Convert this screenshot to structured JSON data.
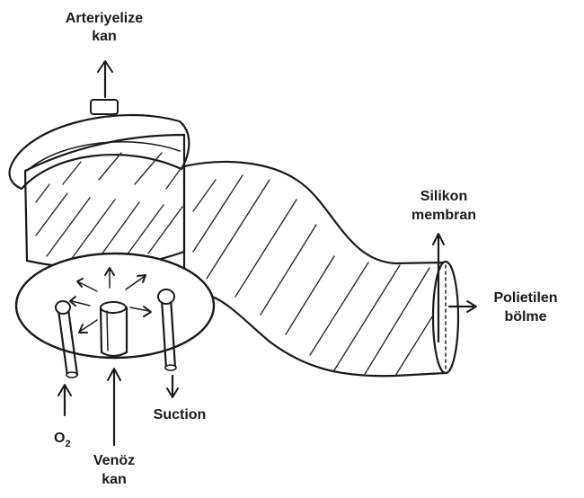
{
  "labels": {
    "arterialized_line1": "Arteriyelize",
    "arterialized_line2": "kan",
    "silicone_line1": "Silikon",
    "silicone_line2": "membran",
    "polyethylene_line1": "Polietilen",
    "polyethylene_line2": "bölme",
    "suction": "Suction",
    "oxygen_main": "O",
    "oxygen_sub": "2",
    "venous_line1": "Venöz",
    "venous_line2": "kan"
  }
}
